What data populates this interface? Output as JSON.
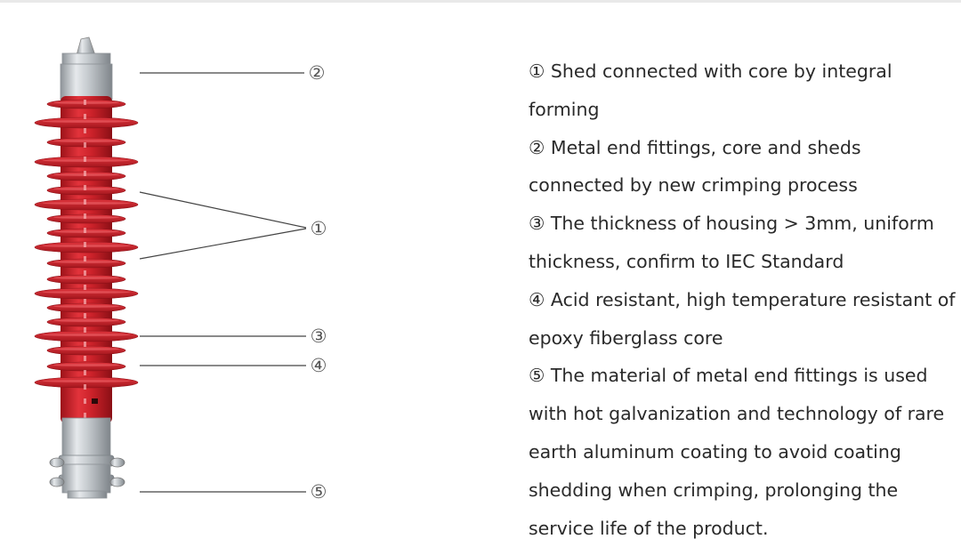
{
  "callouts": {
    "m1": "①",
    "m2": "②",
    "m3": "③",
    "m4": "④",
    "m5": "⑤"
  },
  "descriptions": [
    {
      "number": "①",
      "text": " Shed connected with core by integral forming"
    },
    {
      "number": "②",
      "text": " Metal end fittings, core and sheds connected by new crimping process"
    },
    {
      "number": "③",
      "text": " The thickness of housing > 3mm, uniform thickness, confirm to IEC Standard"
    },
    {
      "number": "④",
      "text": " Acid resistant, high temperature resistant of epoxy fiberglass core"
    },
    {
      "number": "⑤",
      "text": " The material of metal end fittings is used with hot galvanization and technology of rare earth aluminum coating to avoid coating shedding when crimping, prolonging the service life of the product."
    }
  ],
  "colors": {
    "housing_red": "#c8202a",
    "fitting_silver": "#c2c6ca",
    "leader_line": "#444444"
  }
}
